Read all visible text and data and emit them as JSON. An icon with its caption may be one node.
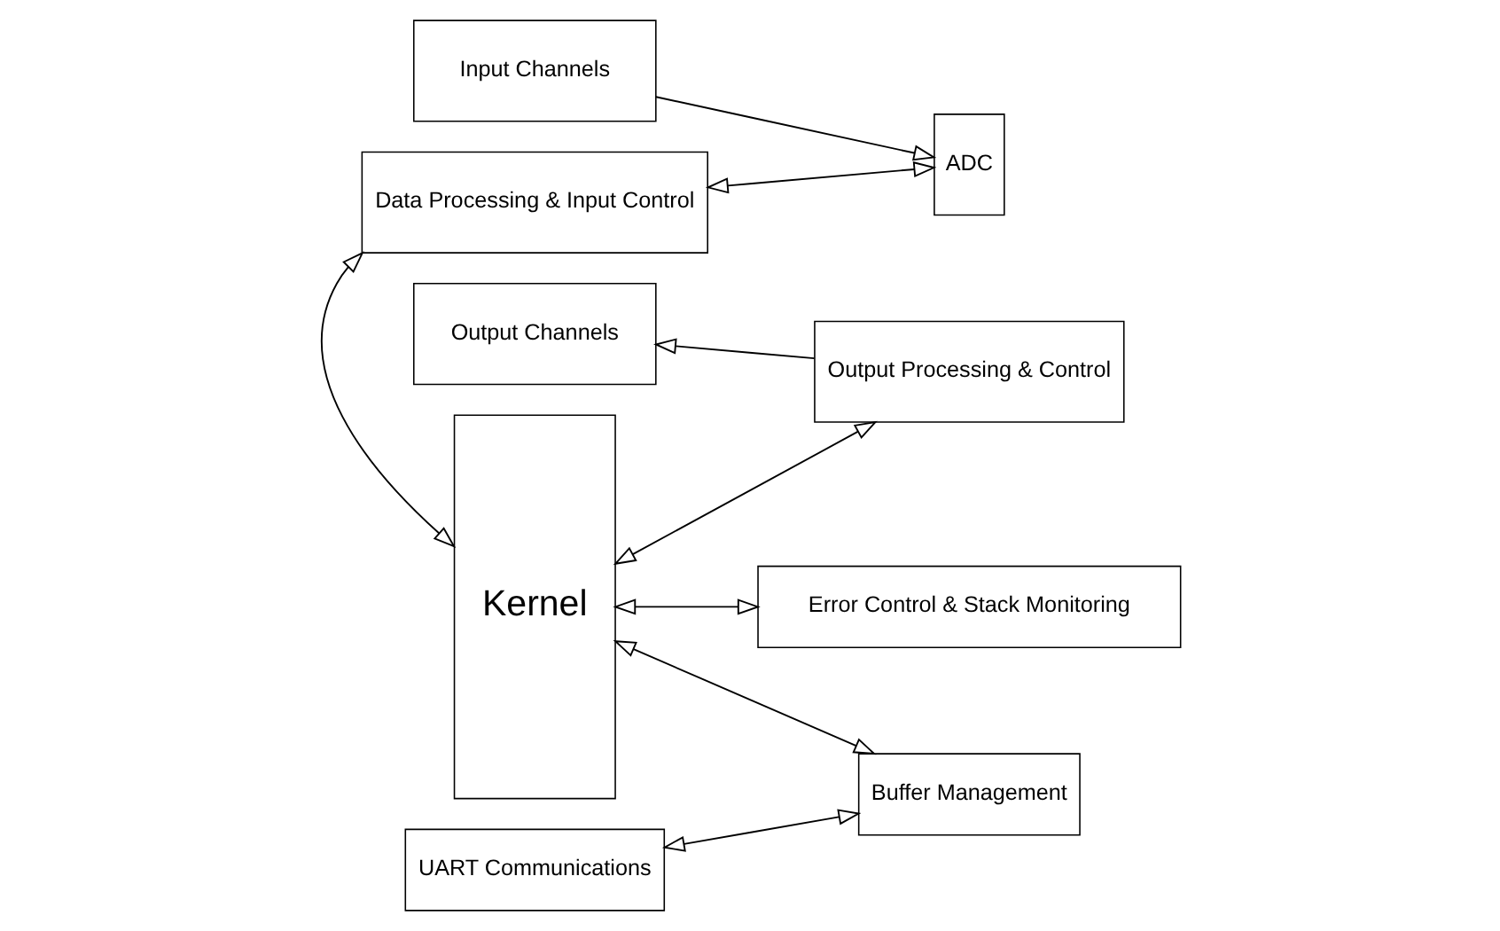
{
  "diagram": {
    "nodes": [
      {
        "text": [
          "Data Processing & Input Control"
        ]
      },
      {
        "text": [
          "ADC"
        ]
      },
      {
        "text": [
          "Input Channels"
        ]
      },
      {
        "text": [
          "Kernel"
        ]
      },
      {
        "text": [
          "Output Processing & Control"
        ]
      },
      {
        "text": [
          "Output Channels"
        ]
      },
      {
        "text": [
          "Buffer Management"
        ]
      },
      {
        "text": [
          "UART Communications"
        ]
      },
      {
        "text": [
          "Error Control & Stack Monitoring"
        ]
      }
    ],
    "edges": [
      {
        "from": 0,
        "to": 1,
        "arrow": "both"
      },
      {
        "from": 2,
        "to": 1,
        "arrow": "to"
      },
      {
        "from": 0,
        "to": 3,
        "arrow": "both"
      },
      {
        "from": 3,
        "to": 4,
        "arrow": "both"
      },
      {
        "from": 4,
        "to": 5,
        "arrow": "to"
      },
      {
        "from": 3,
        "to": 6,
        "arrow": "both"
      },
      {
        "from": 6,
        "to": 7,
        "arrow": "both"
      },
      {
        "from": 3,
        "to": 8,
        "arrow": "both"
      }
    ]
  }
}
